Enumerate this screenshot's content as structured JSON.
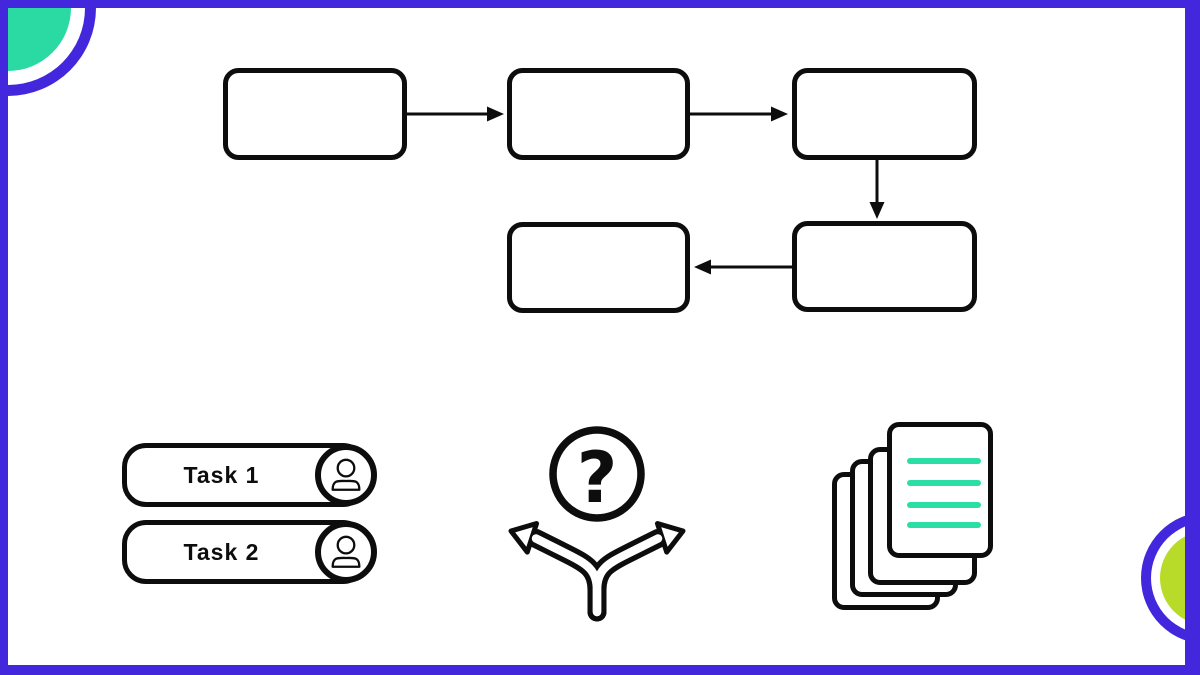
{
  "canvas": {
    "background": "#FFFFFF"
  },
  "colors": {
    "frame_purple": "#4327DC",
    "ink_black": "#0D0D0D",
    "mint_green": "#2BD9A2",
    "lime_green": "#B7DB28",
    "doc_line_green": "#2BDFA4"
  },
  "flowchart": {
    "boxes": [
      {
        "id": "step-1",
        "label": ""
      },
      {
        "id": "step-2",
        "label": ""
      },
      {
        "id": "step-3",
        "label": ""
      },
      {
        "id": "step-4",
        "label": ""
      },
      {
        "id": "step-5",
        "label": ""
      }
    ],
    "connections": [
      {
        "from": "step-1",
        "to": "step-2",
        "direction": "right"
      },
      {
        "from": "step-2",
        "to": "step-3",
        "direction": "right"
      },
      {
        "from": "step-3",
        "to": "step-4",
        "direction": "down"
      },
      {
        "from": "step-4",
        "to": "step-5",
        "direction": "left"
      }
    ]
  },
  "tasks": [
    {
      "label": "Task 1",
      "icon": "person-icon"
    },
    {
      "label": "Task 2",
      "icon": "person-icon"
    }
  ],
  "decision": {
    "glyph": "?",
    "icon": "branching-arrows-icon"
  },
  "documents": {
    "pages": 4,
    "text_lines": 4
  }
}
